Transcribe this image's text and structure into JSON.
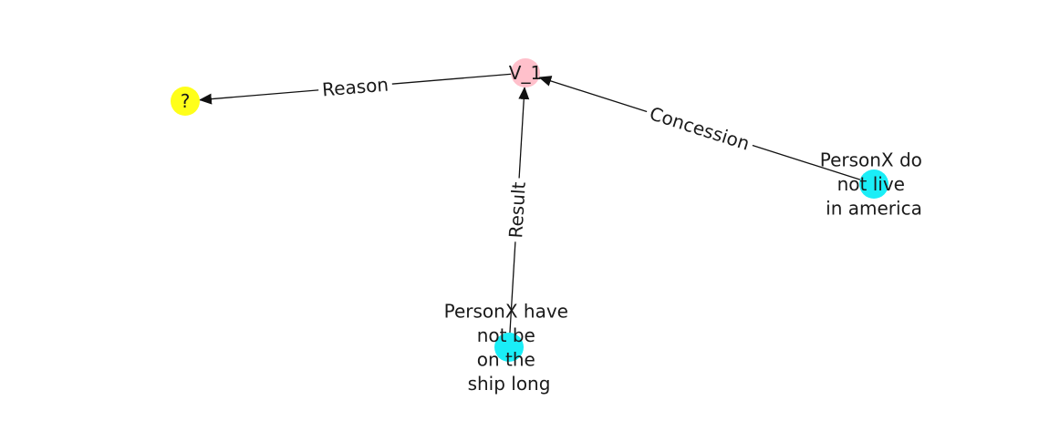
{
  "nodes": [
    {
      "id": "v1",
      "label": "V_1",
      "lines": [
        "V_1"
      ],
      "color": "#ffc0cb"
    },
    {
      "id": "q",
      "label": "?",
      "lines": [
        "?"
      ],
      "color": "#ffff1a"
    },
    {
      "id": "p1",
      "label": "PersonX do not live in america",
      "lines": [
        "PersonX do",
        "not live",
        "in america"
      ],
      "color": "#1aeef7"
    },
    {
      "id": "p2",
      "label": "PersonX have not be on the ship long",
      "lines": [
        "PersonX have",
        "not be",
        "on the",
        "ship long"
      ],
      "color": "#1aeef7"
    }
  ],
  "edges": [
    {
      "from": "v1",
      "to": "q",
      "label": "Reason"
    },
    {
      "from": "p1",
      "to": "v1",
      "label": "Concession"
    },
    {
      "from": "p2",
      "to": "v1",
      "label": "Result"
    }
  ]
}
